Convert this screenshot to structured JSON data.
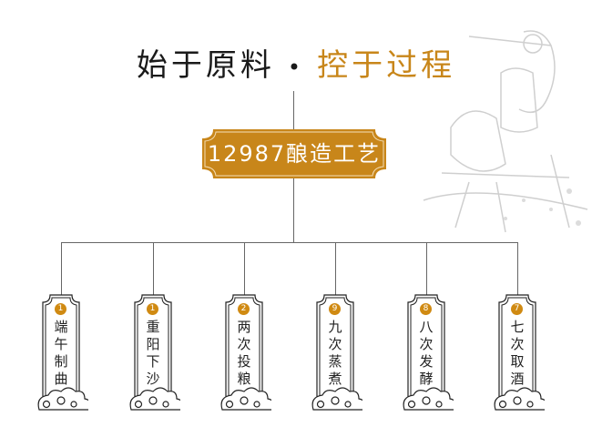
{
  "title": {
    "part1": "始于原料",
    "separator": "•",
    "part2": "控于过程"
  },
  "banner": {
    "label": "12987酿造工艺"
  },
  "colors": {
    "accent": "#c8861a",
    "line": "#666666",
    "text": "#1a1a1a"
  },
  "steps": [
    {
      "number": "1",
      "label": "端午制曲"
    },
    {
      "number": "1",
      "label": "重阳下沙"
    },
    {
      "number": "2",
      "label": "两次投粮"
    },
    {
      "number": "9",
      "label": "九次蒸煮"
    },
    {
      "number": "8",
      "label": "八次发酵"
    },
    {
      "number": "7",
      "label": "七次取酒"
    }
  ]
}
